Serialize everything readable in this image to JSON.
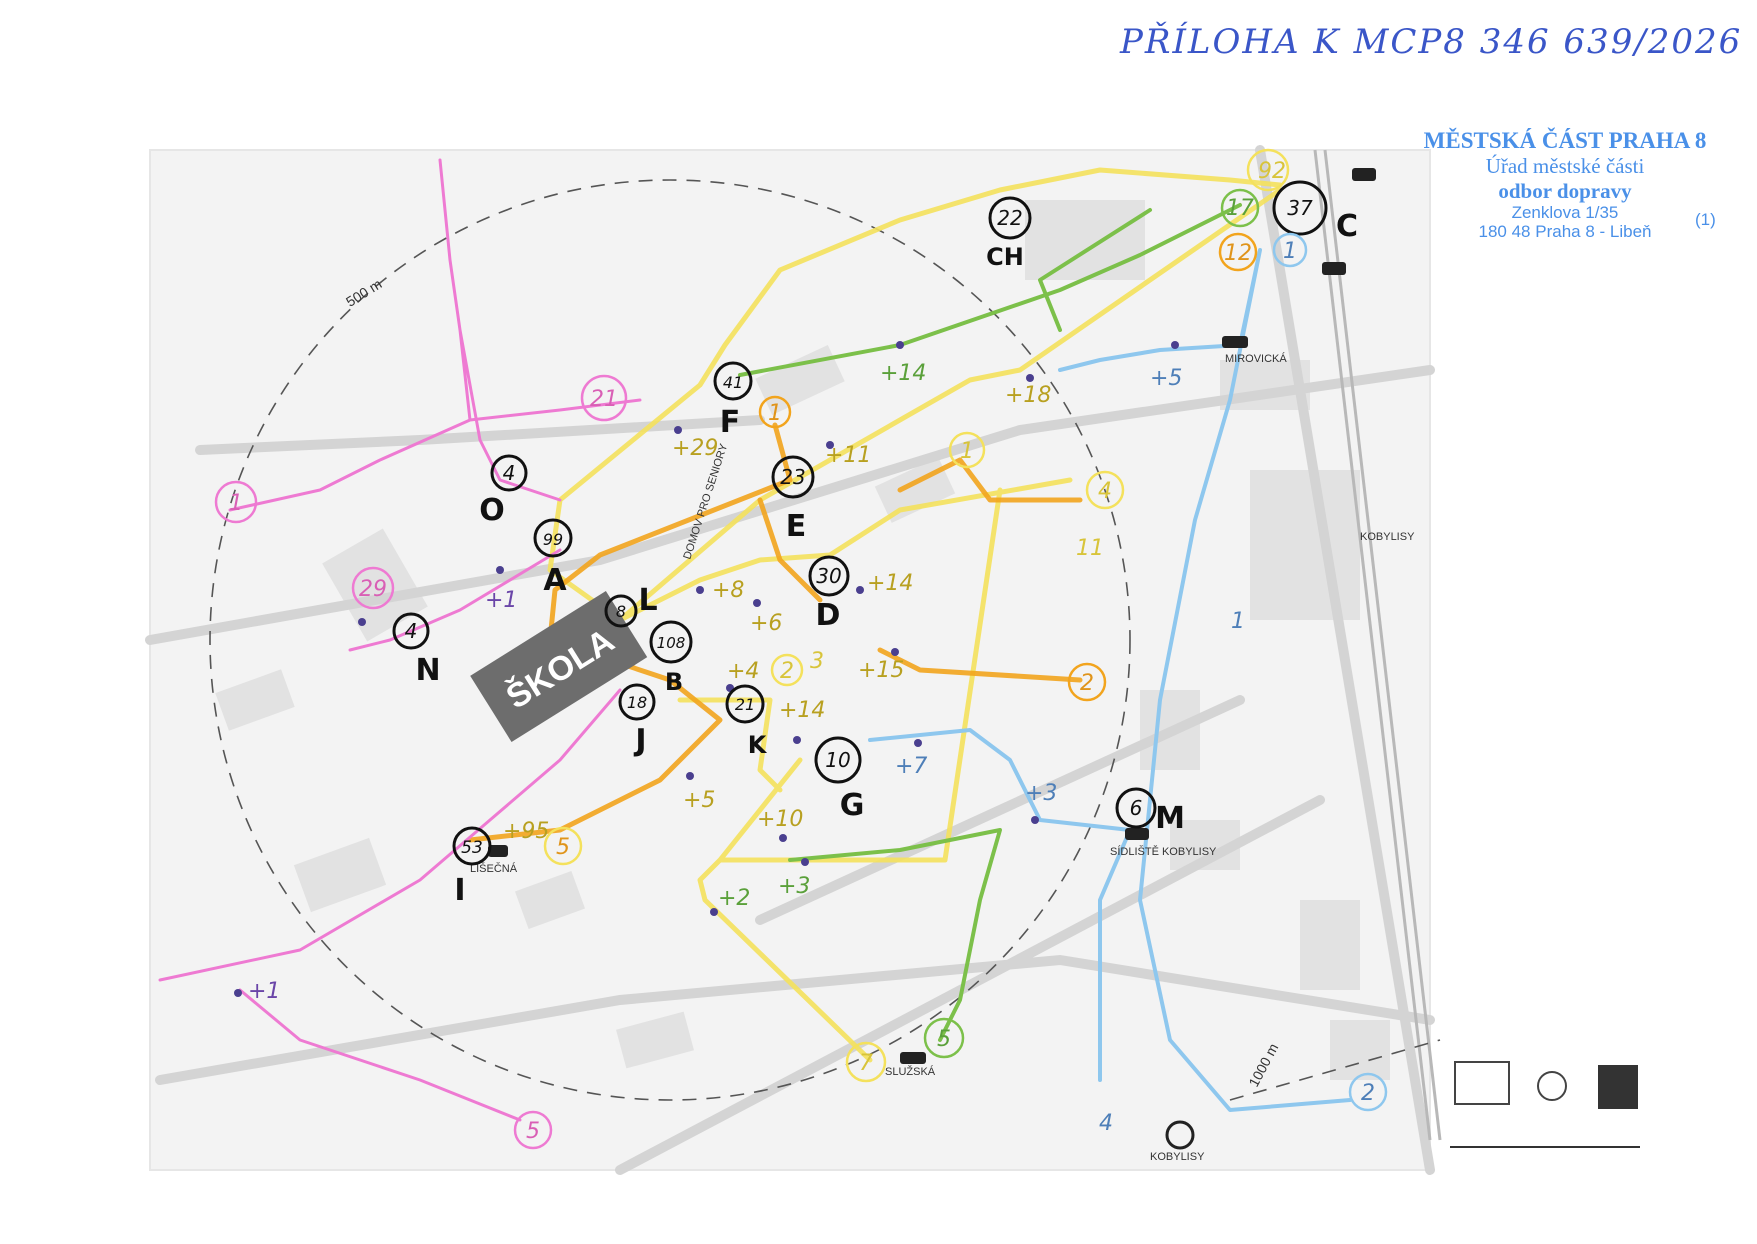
{
  "header": {
    "note": "PŘÍLOHA K MCP8 346 639/2026"
  },
  "stamp": {
    "line1": "MĚSTSKÁ ČÁST PRAHA 8",
    "line2": "Úřad městské části",
    "line3": "odbor dopravy",
    "line4": "Zenklova 1/35",
    "line5": "180 48 Praha 8 - Libeň",
    "number": "(1)"
  },
  "map": {
    "school_label": "ŠKOLA",
    "senior_home_label": "DOMOV PRO SENIORY",
    "radius_500": "500 m",
    "radius_1000": "1000 m",
    "district_label": "KOBYLISY",
    "stops": {
      "mirovicka": "MIROVICKÁ",
      "sidliste": "SÍDLIŠTĚ KOBYLISY",
      "sluzska": "SLUŽSKÁ",
      "kobylisy": "KOBYLISY",
      "lisecna": "LIŠEČNÁ"
    },
    "counts": {
      "c37": "37",
      "c22": "22",
      "c41": "41",
      "c23": "23",
      "c4o": "4",
      "c99": "99",
      "c8": "8",
      "c108": "108",
      "c18": "18",
      "c4n": "4",
      "c30": "30",
      "c21": "21",
      "c10": "10",
      "c53": "53",
      "c6": "6"
    },
    "letters": {
      "C": "C",
      "CH": "CH",
      "F": "F",
      "E": "E",
      "O": "O",
      "A": "A",
      "L": "L",
      "B": "B",
      "J": "J",
      "N": "N",
      "D": "D",
      "K": "K",
      "G": "G",
      "I": "I",
      "M": "M"
    },
    "colored": {
      "y92": "92",
      "g17": "17",
      "o12": "12",
      "b1a": "1",
      "p21": "21",
      "p1": "1",
      "p29": "29",
      "o1a": "1",
      "y1b": "1",
      "y4": "4",
      "y11": "11",
      "o2": "2",
      "y2": "2",
      "y3": "3",
      "o5": "5",
      "y7": "7",
      "g5": "5",
      "p5": "5",
      "b4": "4",
      "b2": "2",
      "b1b": "1"
    },
    "plus": {
      "p14g": "+14",
      "p18": "+18",
      "p5b": "+5",
      "p29": "+29",
      "p11": "+11",
      "p1pk": "+1",
      "p8": "+8",
      "p6": "+6",
      "p14d": "+14",
      "p4": "+4",
      "p15": "+15",
      "p14k": "+14",
      "p7": "+7",
      "p3b": "+3",
      "p5o": "+5",
      "p95": "+95",
      "p10": "+10",
      "p3g": "+3",
      "p2": "+2",
      "p1pk2": "+1"
    }
  }
}
